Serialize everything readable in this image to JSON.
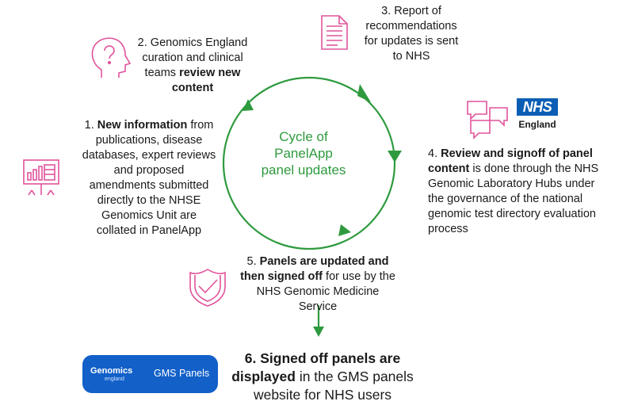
{
  "center": {
    "line1": "Cycle of",
    "line2": "PanelApp",
    "line3": "panel updates"
  },
  "step1": {
    "number": "1.",
    "bold": "New information",
    "rest_1": "from",
    "lines": [
      "publications, disease",
      "databases, expert reviews",
      "and proposed",
      "amendments submitted",
      "directly to the NHSE",
      "Genomics Unit are",
      "collated in PanelApp"
    ]
  },
  "step2": {
    "line1": "2. Genomics England",
    "line2": "curation and clinical",
    "line3_plain": "teams",
    "line3_bold": "review new",
    "line4_bold": "content"
  },
  "step3": {
    "line1": "3. Report of",
    "line2": "recommendations",
    "line3": "for updates is sent",
    "line4": "to NHS"
  },
  "step4": {
    "number": "4.",
    "bold1": "Review and signoff of panel",
    "bold2": "content",
    "rest2": "is done through the NHS",
    "lines": [
      "Genomic Laboratory Hubs under",
      "the governance of the national",
      "genomic test directory evaluation",
      "process"
    ]
  },
  "step5": {
    "number": "5.",
    "bold1": "Panels are updated and",
    "bold2": "then signed off",
    "rest2": "for use by the",
    "line3": "NHS Genomic Medicine",
    "line4": "Service"
  },
  "step6": {
    "bold1": "6. Signed off panels are",
    "bold2": "displayed",
    "rest2": "in the GMS panels",
    "line3": "website for NHS users"
  },
  "nhs": {
    "logo": "NHS",
    "region": "England"
  },
  "gms": {
    "brand": "Genomics",
    "sub": "england",
    "label": "GMS Panels"
  },
  "colors": {
    "green": "#2e9a3e",
    "pink": "#e0539b",
    "nhs_blue": "#0b5eb5",
    "gms_blue": "#1260c8"
  },
  "icons": [
    "chart-presentation-icon",
    "head-question-icon",
    "document-icon",
    "chat-bubbles-icon",
    "shield-check-icon"
  ]
}
